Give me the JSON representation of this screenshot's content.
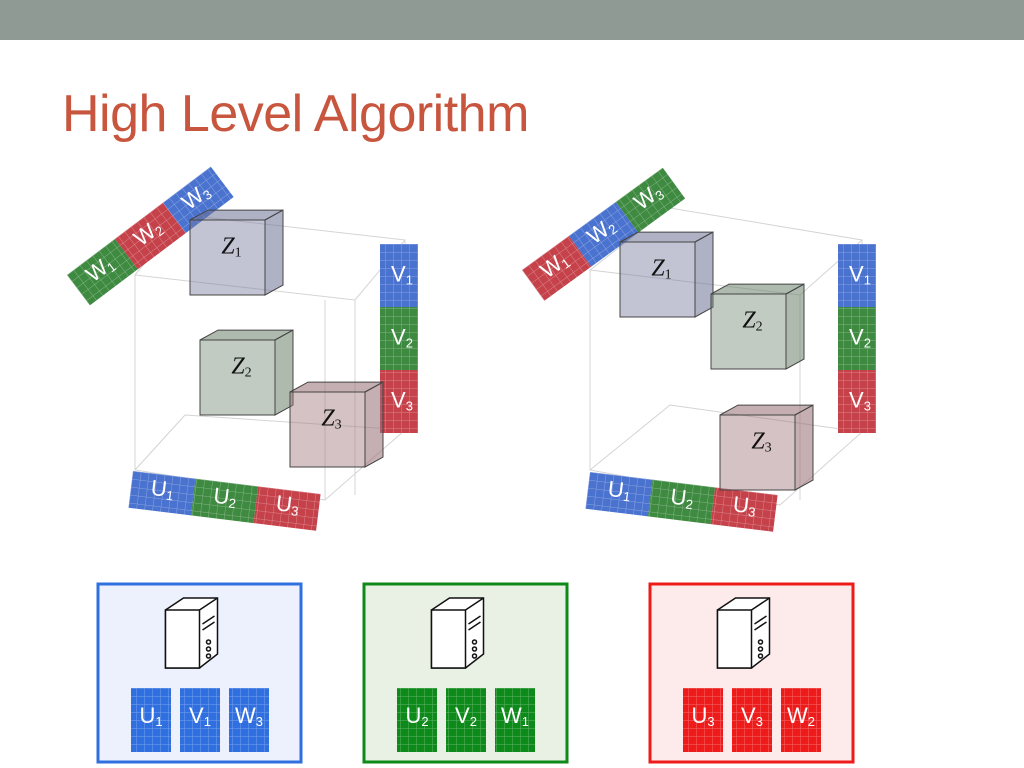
{
  "title": "High Level Algorithm",
  "colors": {
    "top_bar": "#8e9a93",
    "title": "#c8553d",
    "blue": "#4a72cf",
    "green": "#3f8a41",
    "red": "#c6424b",
    "machine_blue": "#2f6fe0",
    "machine_green": "#0e8a1a",
    "machine_red": "#ee1b1b"
  },
  "left_cube": {
    "w_strip": [
      {
        "letter": "W",
        "sub": "1",
        "color": "green"
      },
      {
        "letter": "W",
        "sub": "2",
        "color": "red"
      },
      {
        "letter": "W",
        "sub": "3",
        "color": "blue"
      }
    ],
    "v_strip": [
      {
        "letter": "V",
        "sub": "1",
        "color": "blue"
      },
      {
        "letter": "V",
        "sub": "2",
        "color": "green"
      },
      {
        "letter": "V",
        "sub": "3",
        "color": "red"
      }
    ],
    "u_strip": [
      {
        "letter": "U",
        "sub": "1",
        "color": "blue"
      },
      {
        "letter": "U",
        "sub": "2",
        "color": "green"
      },
      {
        "letter": "U",
        "sub": "3",
        "color": "red"
      }
    ],
    "blocks": [
      {
        "letter": "Z",
        "sub": "1",
        "tint": "blue"
      },
      {
        "letter": "Z",
        "sub": "2",
        "tint": "green"
      },
      {
        "letter": "Z",
        "sub": "3",
        "tint": "red"
      }
    ]
  },
  "right_cube": {
    "w_strip": [
      {
        "letter": "W",
        "sub": "1",
        "color": "red"
      },
      {
        "letter": "W",
        "sub": "2",
        "color": "blue"
      },
      {
        "letter": "W",
        "sub": "3",
        "color": "green"
      }
    ],
    "v_strip": [
      {
        "letter": "V",
        "sub": "1",
        "color": "blue"
      },
      {
        "letter": "V",
        "sub": "2",
        "color": "green"
      },
      {
        "letter": "V",
        "sub": "3",
        "color": "red"
      }
    ],
    "u_strip": [
      {
        "letter": "U",
        "sub": "1",
        "color": "blue"
      },
      {
        "letter": "U",
        "sub": "2",
        "color": "green"
      },
      {
        "letter": "U",
        "sub": "3",
        "color": "red"
      }
    ],
    "blocks": [
      {
        "letter": "Z",
        "sub": "1",
        "tint": "blue"
      },
      {
        "letter": "Z",
        "sub": "2",
        "tint": "green"
      },
      {
        "letter": "Z",
        "sub": "3",
        "tint": "red"
      }
    ]
  },
  "machines": [
    {
      "color": "machine_blue",
      "bg": "#ecf1fd",
      "items": [
        {
          "letter": "U",
          "sub": "1"
        },
        {
          "letter": "V",
          "sub": "1"
        },
        {
          "letter": "W",
          "sub": "3"
        }
      ]
    },
    {
      "color": "machine_green",
      "bg": "#e9f1e5",
      "items": [
        {
          "letter": "U",
          "sub": "2"
        },
        {
          "letter": "V",
          "sub": "2"
        },
        {
          "letter": "W",
          "sub": "1"
        }
      ]
    },
    {
      "color": "machine_red",
      "bg": "#fdeaea",
      "items": [
        {
          "letter": "U",
          "sub": "3"
        },
        {
          "letter": "V",
          "sub": "3"
        },
        {
          "letter": "W",
          "sub": "2"
        }
      ]
    }
  ]
}
